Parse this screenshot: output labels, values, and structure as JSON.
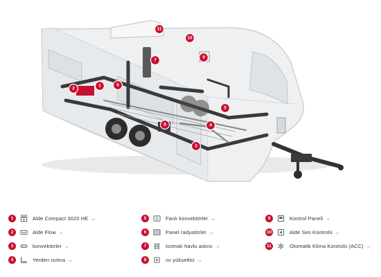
{
  "colors": {
    "accent": "#c8102e",
    "body_fill": "#eef0f2",
    "body_stroke": "#c4c8cc",
    "dark_part": "#3a3a3a"
  },
  "markers": [
    "1",
    "2",
    "3",
    "4",
    "5",
    "6",
    "7",
    "8",
    "9",
    "10",
    "11"
  ],
  "legend": {
    "arrow": "→",
    "items": [
      {
        "num": "1",
        "icon": "boiler-icon",
        "label": "Alde Compact 3020 HE"
      },
      {
        "num": "2",
        "icon": "flow-icon",
        "label": "Alde Flow"
      },
      {
        "num": "3",
        "icon": "convector-icon",
        "label": "konvektörler"
      },
      {
        "num": "4",
        "icon": "floor-heating-icon",
        "label": "Yerden ısıtma"
      },
      {
        "num": "5",
        "icon": "fan-convector-icon",
        "label": "Fanlı konvektörler"
      },
      {
        "num": "6",
        "icon": "panel-radiator-icon",
        "label": "Panel radyatörler"
      },
      {
        "num": "7",
        "icon": "towel-rail-icon",
        "label": "Isıtmalı havlu askısı"
      },
      {
        "num": "8",
        "icon": "heat-booster-icon",
        "label": "ısı yükseltici"
      },
      {
        "num": "9",
        "icon": "control-panel-icon",
        "label": "Kontrol Paneli"
      },
      {
        "num": "10",
        "icon": "sound-control-icon",
        "label": "Alde Ses Kontrolü"
      },
      {
        "num": "11",
        "icon": "climate-control-icon",
        "label": "Otomatik Klima Kontrolü (ACC)"
      }
    ]
  }
}
